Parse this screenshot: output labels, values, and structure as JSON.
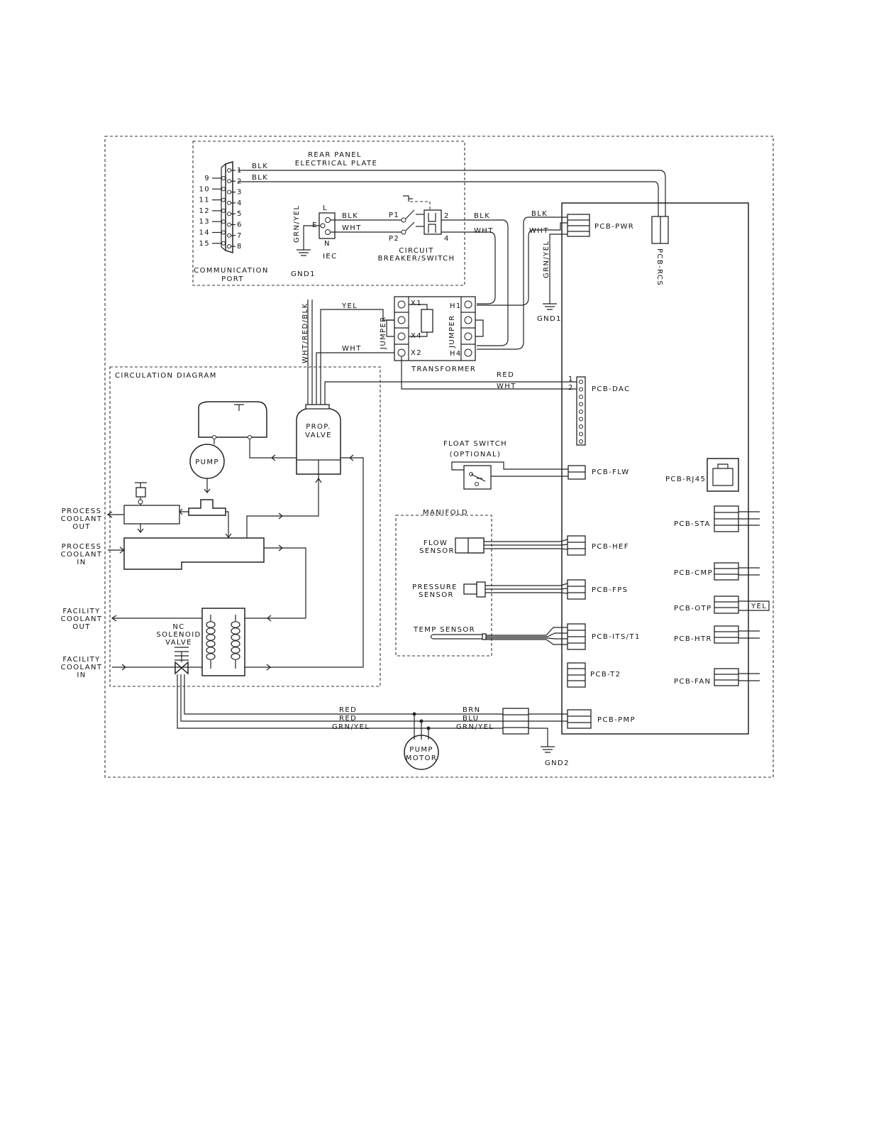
{
  "labels": {
    "rear_panel": "REAR PANEL",
    "electrical_plate": "ELECTRICAL PLATE",
    "comm_port": "COMMUNICATION",
    "comm_port_2": "PORT",
    "iec": "IEC",
    "gnd1_left": "GND1",
    "gnd1_right": "GND1",
    "gnd2": "GND2",
    "circuit": "CIRCUIT",
    "breaker_switch": "BREAKER/SWITCH",
    "transformer": "TRANSFORMER",
    "jumper": "JUMPER",
    "circulation_diagram": "CIRCULATION DIAGRAM",
    "prop": "PROP.",
    "valve": "VALVE",
    "pump": "PUMP",
    "process_coolant_out": [
      "PROCESS",
      "COOLANT",
      "OUT"
    ],
    "process_coolant_in": [
      "PROCESS",
      "COOLANT",
      "IN"
    ],
    "facility_coolant_out": [
      "FACILITY",
      "COOLANT",
      "OUT"
    ],
    "facility_coolant_in": [
      "FACILITY",
      "COOLANT",
      "IN"
    ],
    "nc_solenoid": [
      "NC",
      "SOLENOID",
      "VALVE"
    ],
    "float_switch": "FLOAT SWITCH",
    "optional": "(OPTIONAL)",
    "manifold": "MANIFOLD",
    "flow_sensor": [
      "FLOW",
      "SENSOR"
    ],
    "pressure_sensor": [
      "PRESSURE",
      "SENSOR"
    ],
    "temp_sensor": "TEMP SENSOR",
    "pump_motor": [
      "PUMP",
      "MOTOR"
    ]
  },
  "pins": {
    "db_left": [
      "9",
      "10",
      "11",
      "12",
      "13",
      "14",
      "15"
    ],
    "db_right": [
      "1",
      "2",
      "3",
      "4",
      "5",
      "6",
      "7",
      "8"
    ],
    "iec_l": "L",
    "iec_e": "E",
    "iec_n": "N",
    "p1": "P1",
    "p2": "P2",
    "cb_2": "2",
    "cb_4": "4",
    "x1": "X1",
    "x4": "X4",
    "x2": "X2",
    "h1": "H1",
    "h4": "H4",
    "dac_1": "1",
    "dac_2": "2"
  },
  "wires": {
    "blk": "BLK",
    "wht": "WHT",
    "yel": "YEL",
    "red": "RED",
    "brn": "BRN",
    "blu": "BLU",
    "grn_yel": "GRN/YEL",
    "grn_yel_short": "GRN/YEL",
    "wht_red_blk": "WHT/RED/BLK"
  },
  "pcb": {
    "pwr": "PCB-PWR",
    "rcs": "PCB-RCS",
    "dac": "PCB-DAC",
    "flw": "PCB-FLW",
    "rj45": "PCB-RJ45",
    "sta": "PCB-STA",
    "hef": "PCB-HEF",
    "cmp": "PCB-CMP",
    "fps": "PCB-FPS",
    "otp": "PCB-OTP",
    "itst1": "PCB-ITS/T1",
    "htr": "PCB-HTR",
    "t2": "PCB-T2",
    "fan": "PCB-FAN",
    "pmp": "PCB-PMP"
  }
}
